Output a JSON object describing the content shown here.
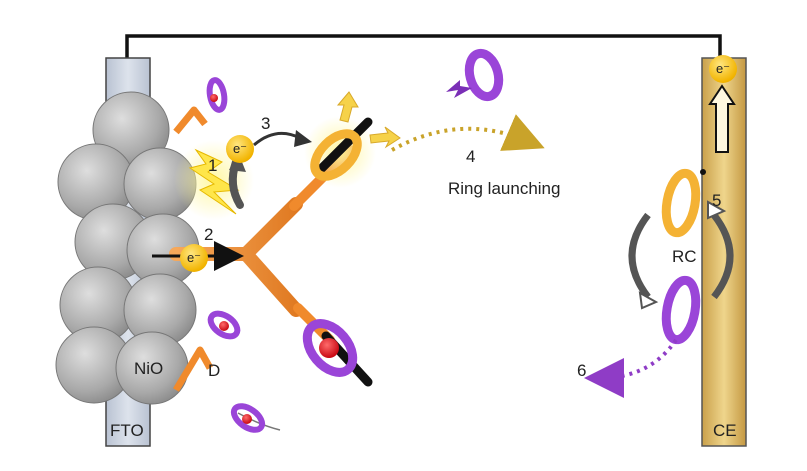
{
  "labels": {
    "fto": "FTO",
    "nio": "NiO",
    "donor": "D",
    "ce": "CE",
    "rc": "RC",
    "ring_launching": "Ring launching",
    "electron": "e⁻",
    "step1": "1",
    "step2": "2",
    "step3": "3",
    "step4": "4",
    "step5": "5",
    "step6": "6"
  },
  "colors": {
    "fto_electrode": "#c9d1de",
    "counter_electrode": "#e2c36f",
    "nanoparticle": "#b5b5b5",
    "dye_axle": "#f08a2c",
    "ring_purple": "#9a45d8",
    "ring_gold": "#f4b234",
    "electron": "#f2b400",
    "photon_flash": "#fff06a",
    "stopper_red": "#e0121b",
    "path_gold": "#c9a32a",
    "path_purple": "#8f3cc6"
  }
}
